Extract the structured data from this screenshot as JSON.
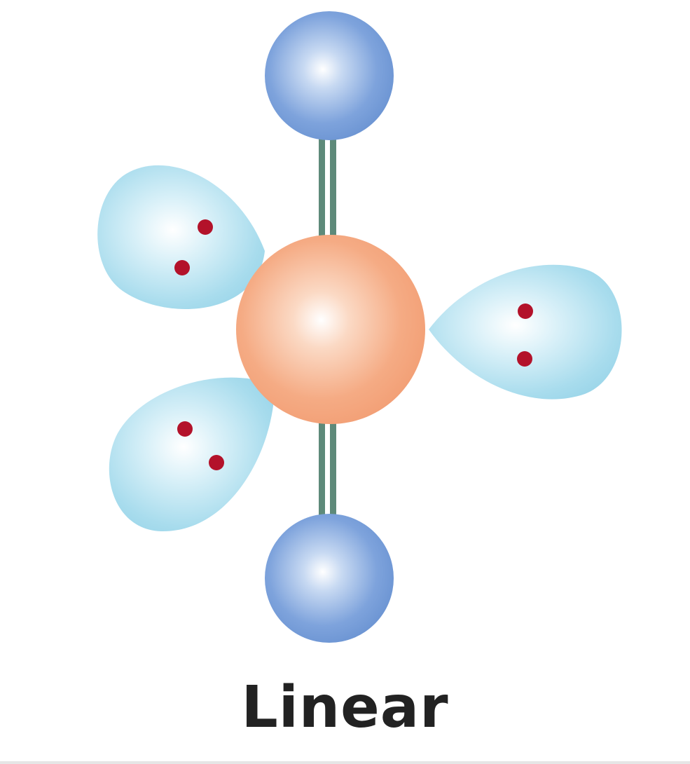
{
  "caption": "Linear",
  "colors": {
    "central_atom": "#f4a37a",
    "bonded_atom": "#6f98d6",
    "lone_pair_lobe": "#aee0f0",
    "electron_dot": "#b3122a",
    "bond": "#5e8a7a"
  },
  "diagram": {
    "central_atom_count": 1,
    "bonded_atom_count": 2,
    "lone_pair_count": 3,
    "bond_type": "double"
  }
}
